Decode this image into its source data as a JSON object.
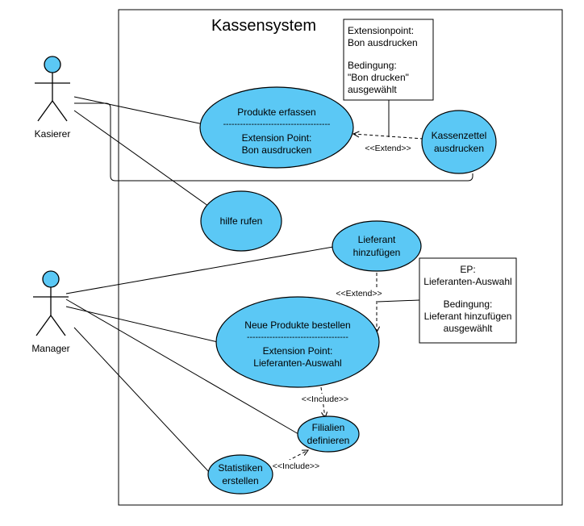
{
  "system": {
    "title": "Kassensystem"
  },
  "actors": {
    "cashier": {
      "label": "Kasierer"
    },
    "manager": {
      "label": "Manager"
    }
  },
  "use_cases": {
    "produkte_erfassen": {
      "title": "Produkte erfassen",
      "separator": "--------------------------------------",
      "ext_label": "Extension Point:",
      "ext_name": "Bon ausdrucken"
    },
    "kassenzettel": {
      "line1": "Kassenzettel",
      "line2": "ausdrucken"
    },
    "hilfe_rufen": {
      "label": "hilfe rufen"
    },
    "lieferant": {
      "line1": "Lieferant",
      "line2": "hinzufügen"
    },
    "neue_produkte": {
      "title": "Neue Produkte bestellen",
      "separator": "------------------------------------",
      "ext_label": "Extension Point:",
      "ext_name": "Lieferanten-Auswahl"
    },
    "filialien": {
      "line1": "Filialien",
      "line2": "definieren"
    },
    "statistiken": {
      "line1": "Statistiken",
      "line2": "erstellen"
    }
  },
  "notes": {
    "note1": {
      "line1": "Extensionpoint:",
      "line2": "Bon ausdrucken",
      "line3": "Bedingung:",
      "line4": "\"Bon drucken\"",
      "line5": "ausgewählt"
    },
    "note2": {
      "line1": "EP:",
      "line2": "Lieferanten-Auswahl",
      "line3": "Bedingung:",
      "line4": "Lieferant hinzufügen",
      "line5": "ausgewählt"
    }
  },
  "relations": {
    "extend1": "<<Extend>>",
    "extend2": "<<Extend>>",
    "include1": "<<Include>>",
    "include2": "<<Include>>"
  },
  "colors": {
    "usecase_fill": "#5bc8f5",
    "stroke": "#000000"
  }
}
